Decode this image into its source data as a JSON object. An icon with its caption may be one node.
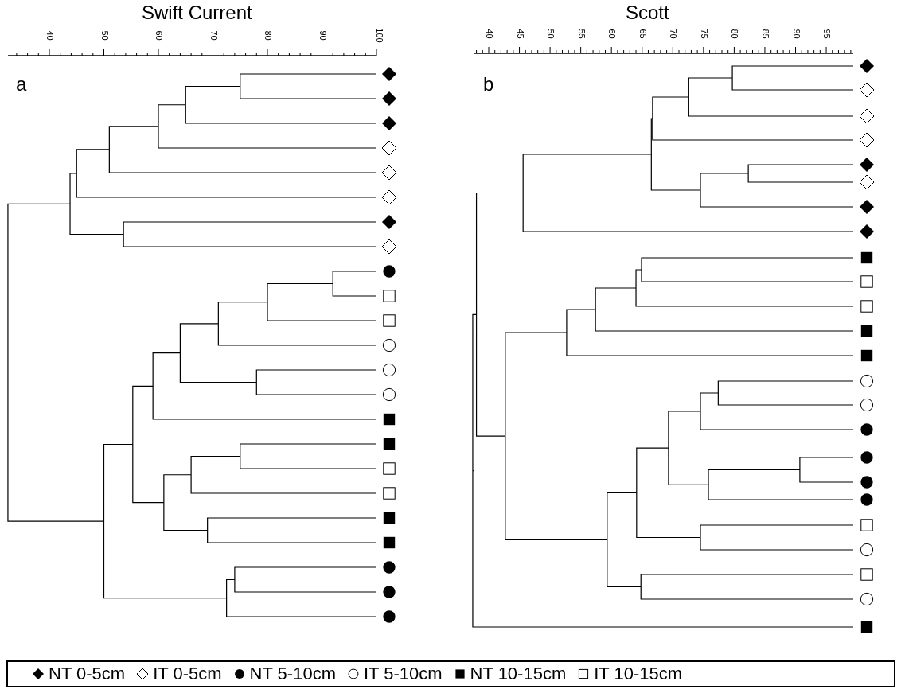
{
  "diagram": {
    "labels": [
      "Swift Current",
      "Scott",
      "40",
      "50",
      "60",
      "70",
      "80",
      "90",
      "100",
      "40",
      "45",
      "50",
      "55",
      "60",
      "65",
      "70",
      "75",
      "80",
      "85",
      "90",
      "95",
      "a",
      "b"
    ],
    "legend": [
      {
        "text": "NT 0-5cm"
      },
      {
        "text": "IT 0-5cm"
      },
      {
        "text": "NT 5-10cm"
      },
      {
        "text": "IT 5-10cm"
      },
      {
        "text": "NT 10-15cm"
      },
      {
        "text": "IT 10-15cm"
      }
    ]
  }
}
